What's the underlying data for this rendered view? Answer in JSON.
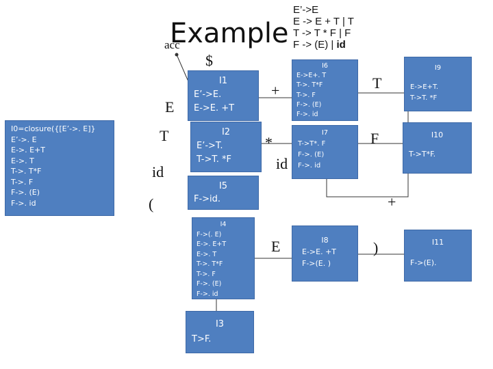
{
  "title": "Example",
  "grammar": {
    "lines": [
      "E’->E",
      "E -> E + T | T",
      "T -> T * F | F",
      "F -> (E) | "
    ],
    "last_bold": "id"
  },
  "states": {
    "I0": {
      "lines": [
        "I0=closure({[E’->. E]}",
        "E’->. E",
        "E->. E+T",
        "E->. T",
        "T->. T*F",
        "T->. F",
        "F->. (E)",
        "F->. id"
      ]
    },
    "I1": {
      "title": "I1",
      "lines": [
        "E’->E.",
        "E->E. +T"
      ]
    },
    "I2": {
      "title": "I2",
      "lines": [
        "E’->T.",
        "T->T. *F"
      ]
    },
    "I5": {
      "title": "I5",
      "lines": [
        "F->id."
      ]
    },
    "I4": {
      "title": "I4",
      "lines": [
        "F->(. E)",
        "E->. E+T",
        "E->. T",
        "T->. T*F",
        "T->. F",
        "F->. (E)",
        "F->. id"
      ]
    },
    "I3": {
      "title": "I3",
      "lines": [
        "T>F."
      ]
    },
    "I6": {
      "title": "I6",
      "lines": [
        "E->E+. T",
        "T->. T*F",
        "T->. F",
        "F->. (E)",
        "F->. id"
      ]
    },
    "I7": {
      "title": "I7",
      "lines": [
        "T->T*. F",
        "F->. (E)",
        "F->. id"
      ]
    },
    "I8": {
      "title": "I8",
      "lines": [
        "E->E. +T",
        "F->(E. )"
      ]
    },
    "I9": {
      "title": "I9",
      "lines": [
        "E->E+T.",
        "T->T. *F"
      ]
    },
    "I10": {
      "title": "I10",
      "lines": [
        "T->T*F."
      ]
    },
    "I11": {
      "title": "I11",
      "lines": [
        "F->(E)."
      ]
    }
  },
  "edge_labels": {
    "acc": "acc",
    "dollar": "$",
    "E": "E",
    "T": "T",
    "id": "id",
    "lparen": "(",
    "plus_1": "+",
    "star": "*",
    "id_2": "id",
    "E_2": "E",
    "T_2": "T",
    "F": "F",
    "plus_2": "+",
    "rparen": ")"
  },
  "colors": {
    "box": "#4f7fc0",
    "box_text": "#ffffff",
    "line": "#333333"
  }
}
